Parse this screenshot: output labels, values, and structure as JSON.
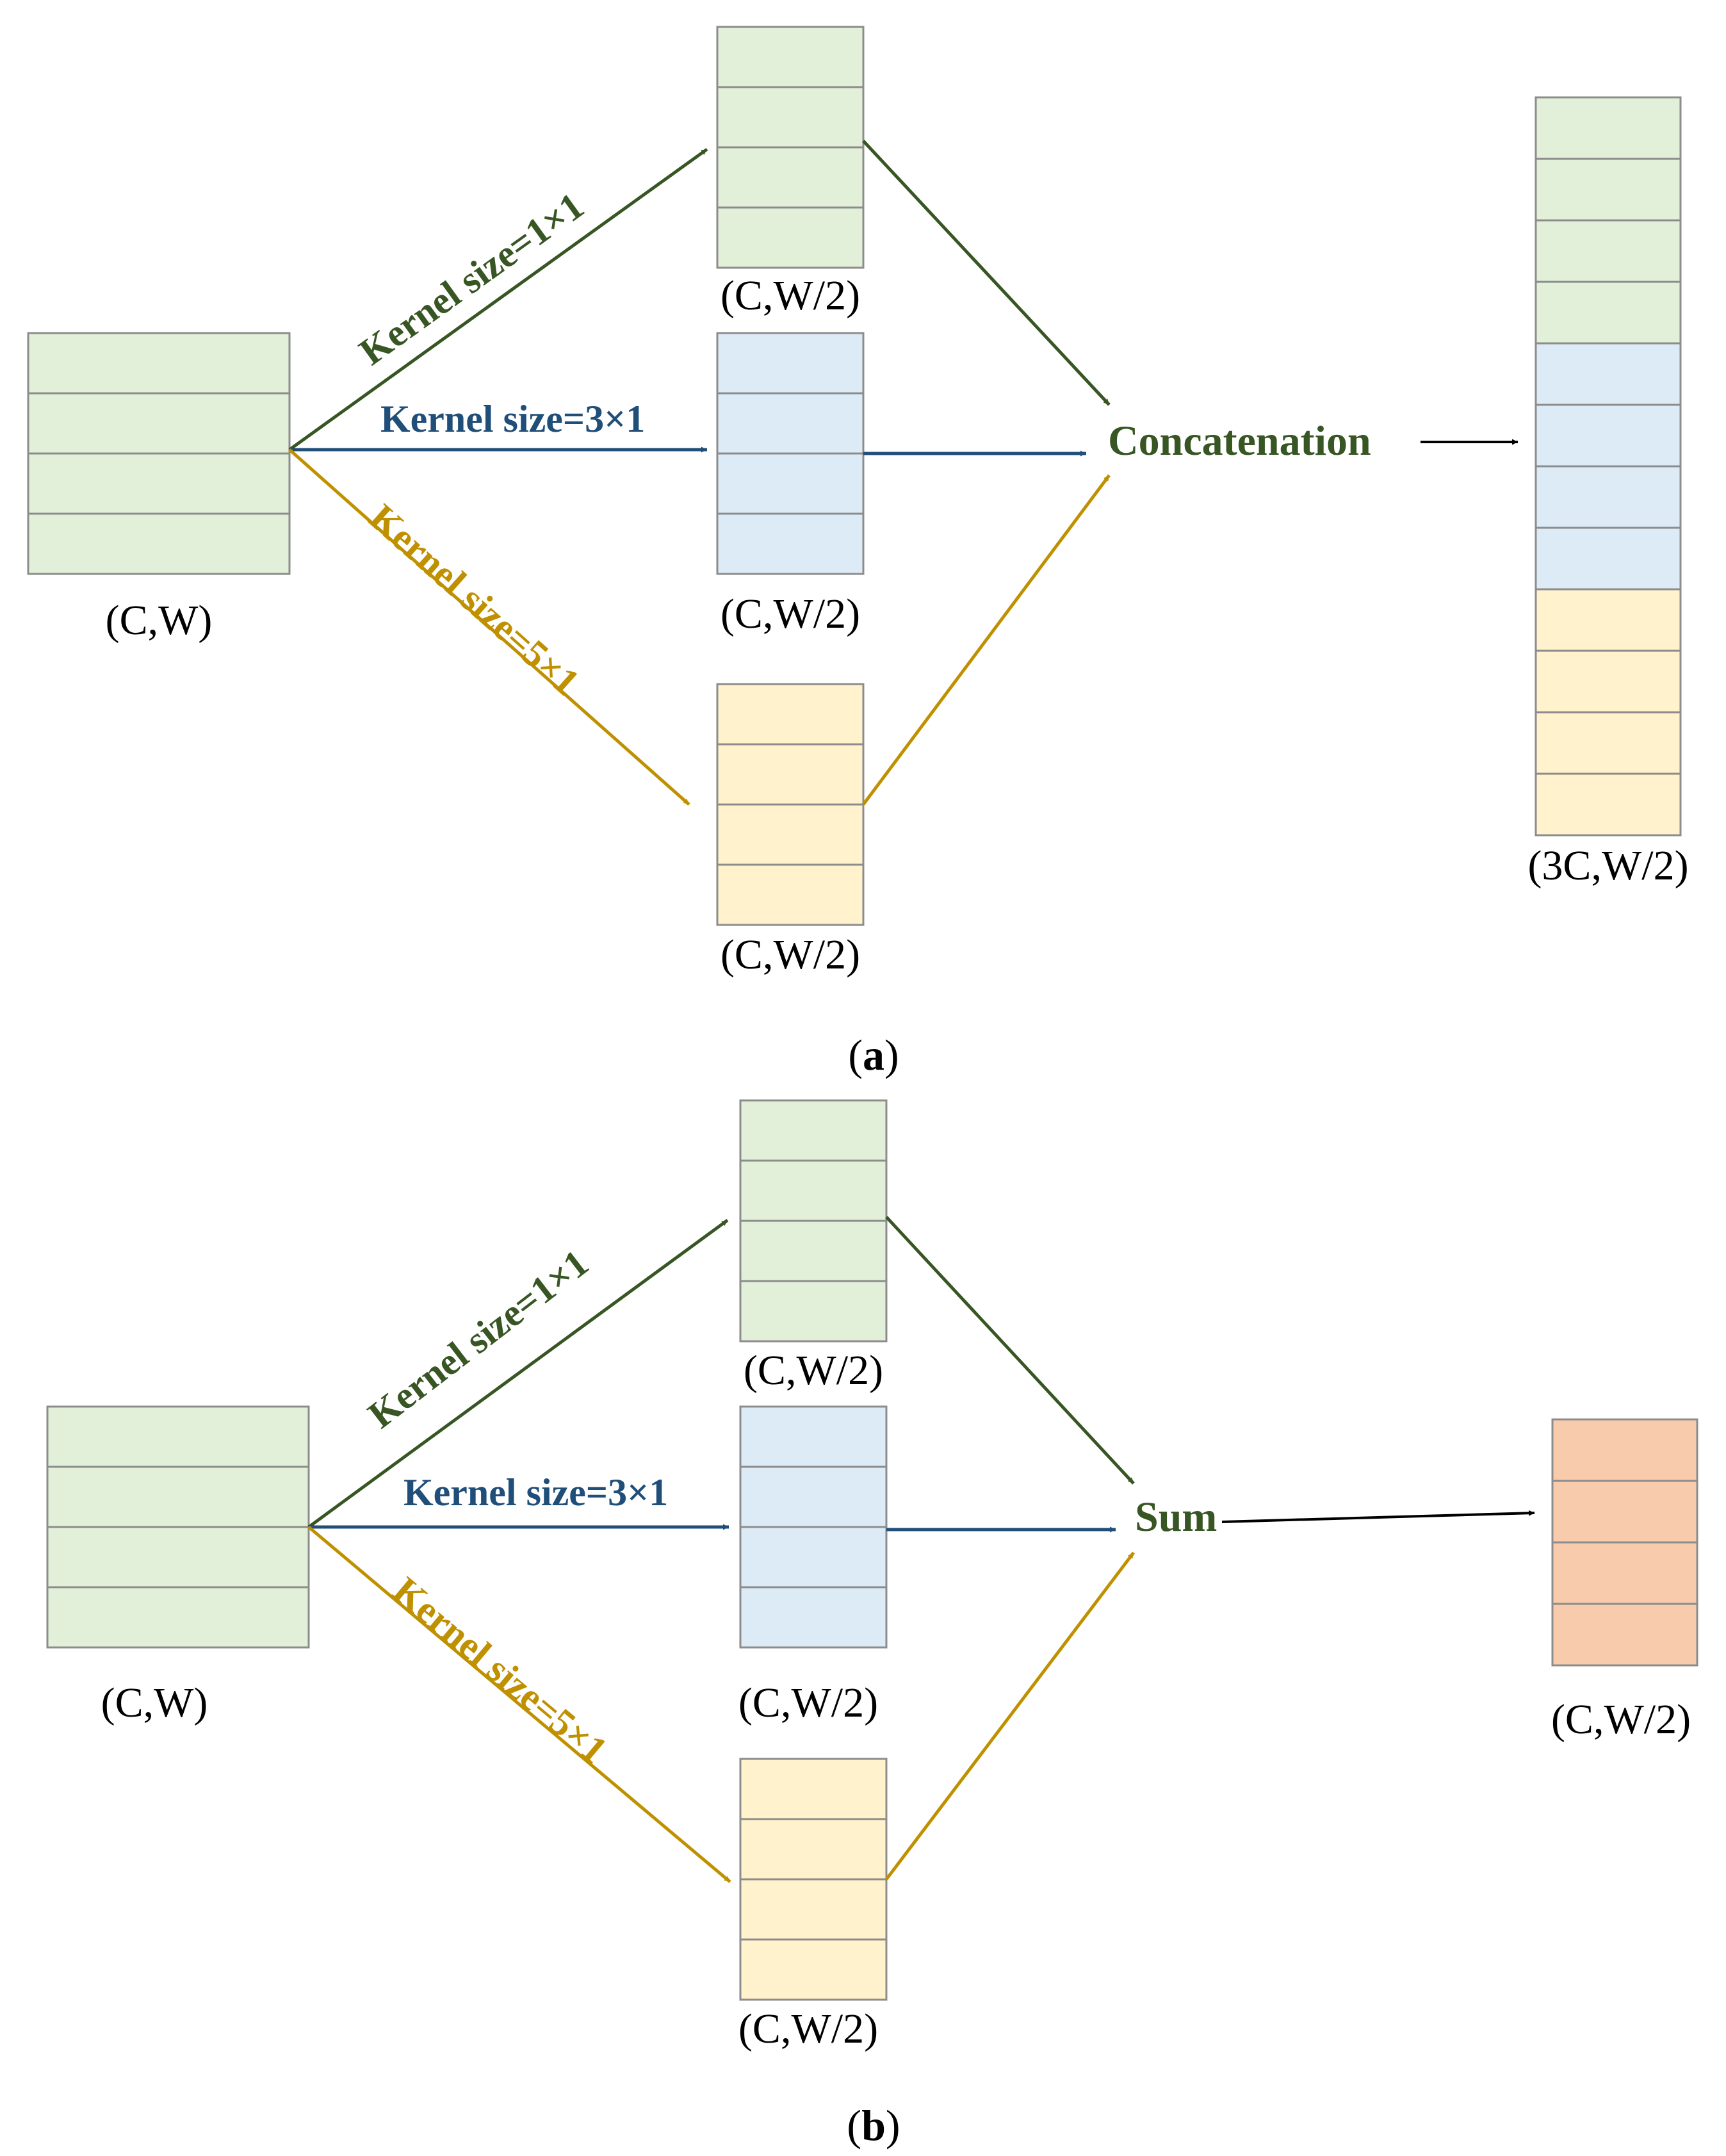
{
  "colors": {
    "green_fill": "#E2EFD9",
    "blue_fill": "#DDEBF7",
    "yellow_fill": "#FFF2CC",
    "orange_fill": "#F8CBAD",
    "block_stroke": "#8C8C8C",
    "green_line": "#375623",
    "blue_line": "#1F4E79",
    "yellow_line": "#BF9000",
    "black_line": "#000000"
  },
  "panel_a": {
    "input_label": "(C,W)",
    "branch_1x1": {
      "kernel_label": "Kernel size=1×1",
      "output_label": "(C,W/2)"
    },
    "branch_3x1": {
      "kernel_label": "Kernel size=3×1",
      "output_label": "(C,W/2)"
    },
    "branch_5x1": {
      "kernel_label": "Kernel size=5×1",
      "output_label": "(C,W/2)"
    },
    "merge_label": "Concatenation",
    "output_label": "(3C,W/2)",
    "caption_open": "(",
    "caption_letter": "a",
    "caption_close": ")"
  },
  "panel_b": {
    "input_label": "(C,W)",
    "branch_1x1": {
      "kernel_label": "Kernel size=1×1",
      "output_label": "(C,W/2)"
    },
    "branch_3x1": {
      "kernel_label": "Kernel size=3×1",
      "output_label": "(C,W/2)"
    },
    "branch_5x1": {
      "kernel_label": "Kernel size=5×1",
      "output_label": "(C,W/2)"
    },
    "merge_label": "Sum",
    "output_label": "(C,W/2)",
    "caption_open": "(",
    "caption_letter": "b",
    "caption_close": ")"
  }
}
